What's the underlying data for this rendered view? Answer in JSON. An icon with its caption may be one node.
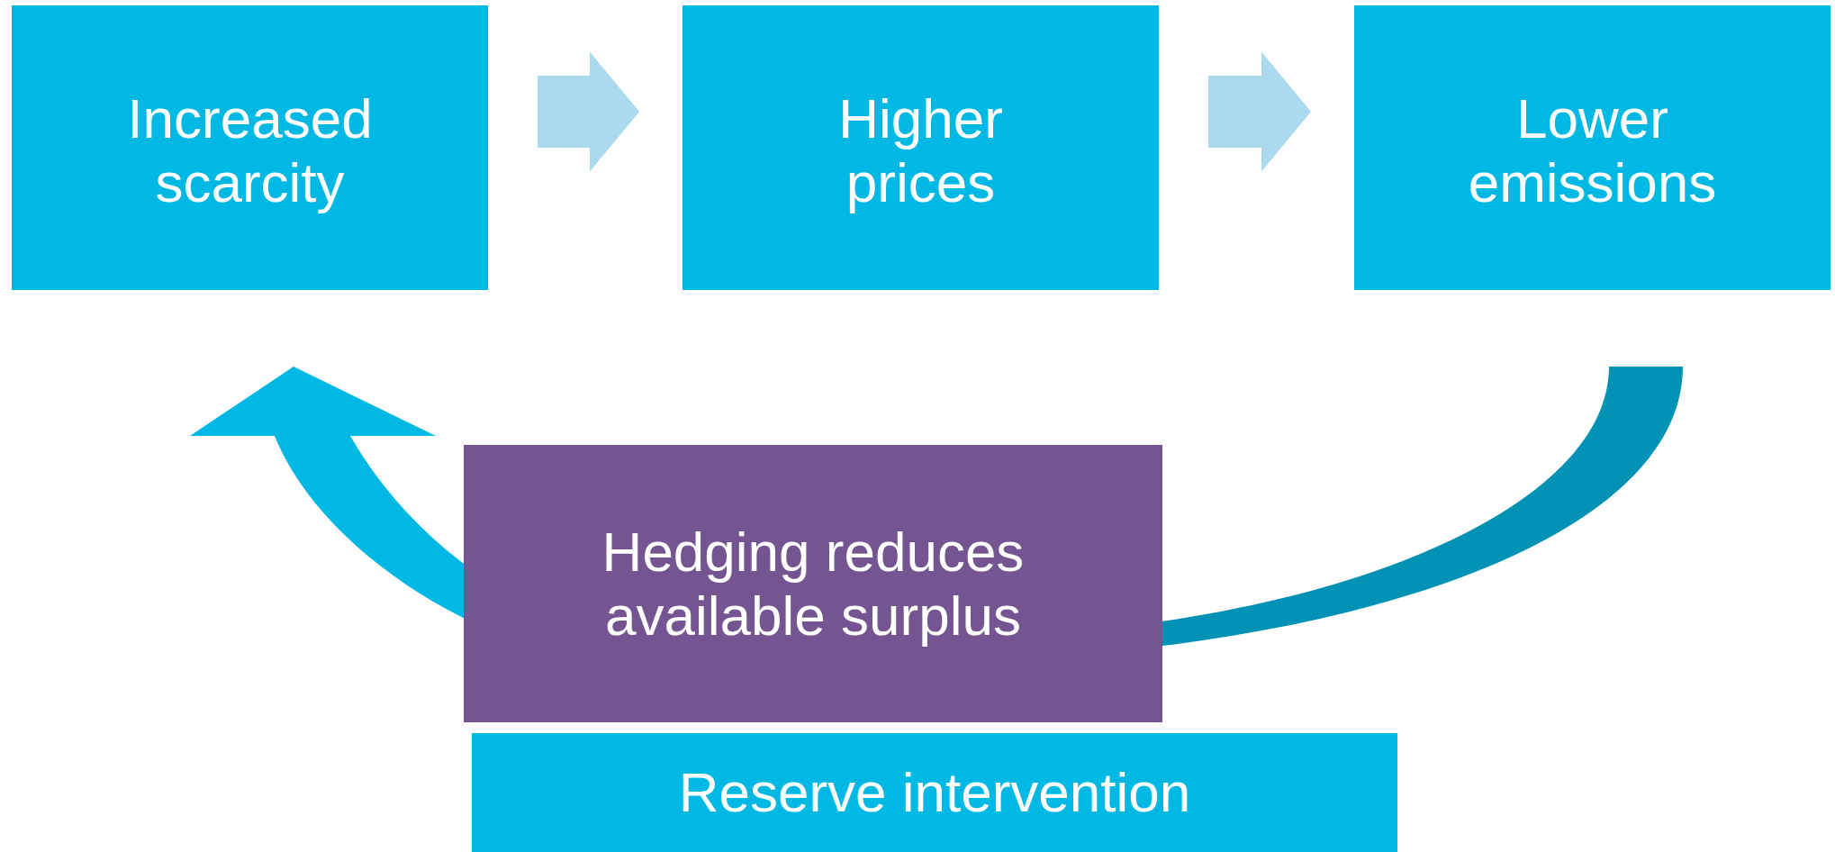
{
  "diagram": {
    "nodes": [
      {
        "text": [
          "Increased scarcity"
        ]
      },
      {
        "text": [
          "Higher prices"
        ]
      },
      {
        "text": [
          "Lower emissions"
        ]
      },
      {
        "text": [
          "Hedging reduces available surplus"
        ]
      },
      {
        "text": [
          "Reserve intervention"
        ]
      }
    ],
    "edges": [
      {
        "from": 0,
        "to": 1,
        "arrow": "to"
      },
      {
        "from": 1,
        "to": 2,
        "arrow": "to"
      },
      {
        "from": 2,
        "to": 0,
        "arrow": "to",
        "style": "thick"
      }
    ]
  }
}
